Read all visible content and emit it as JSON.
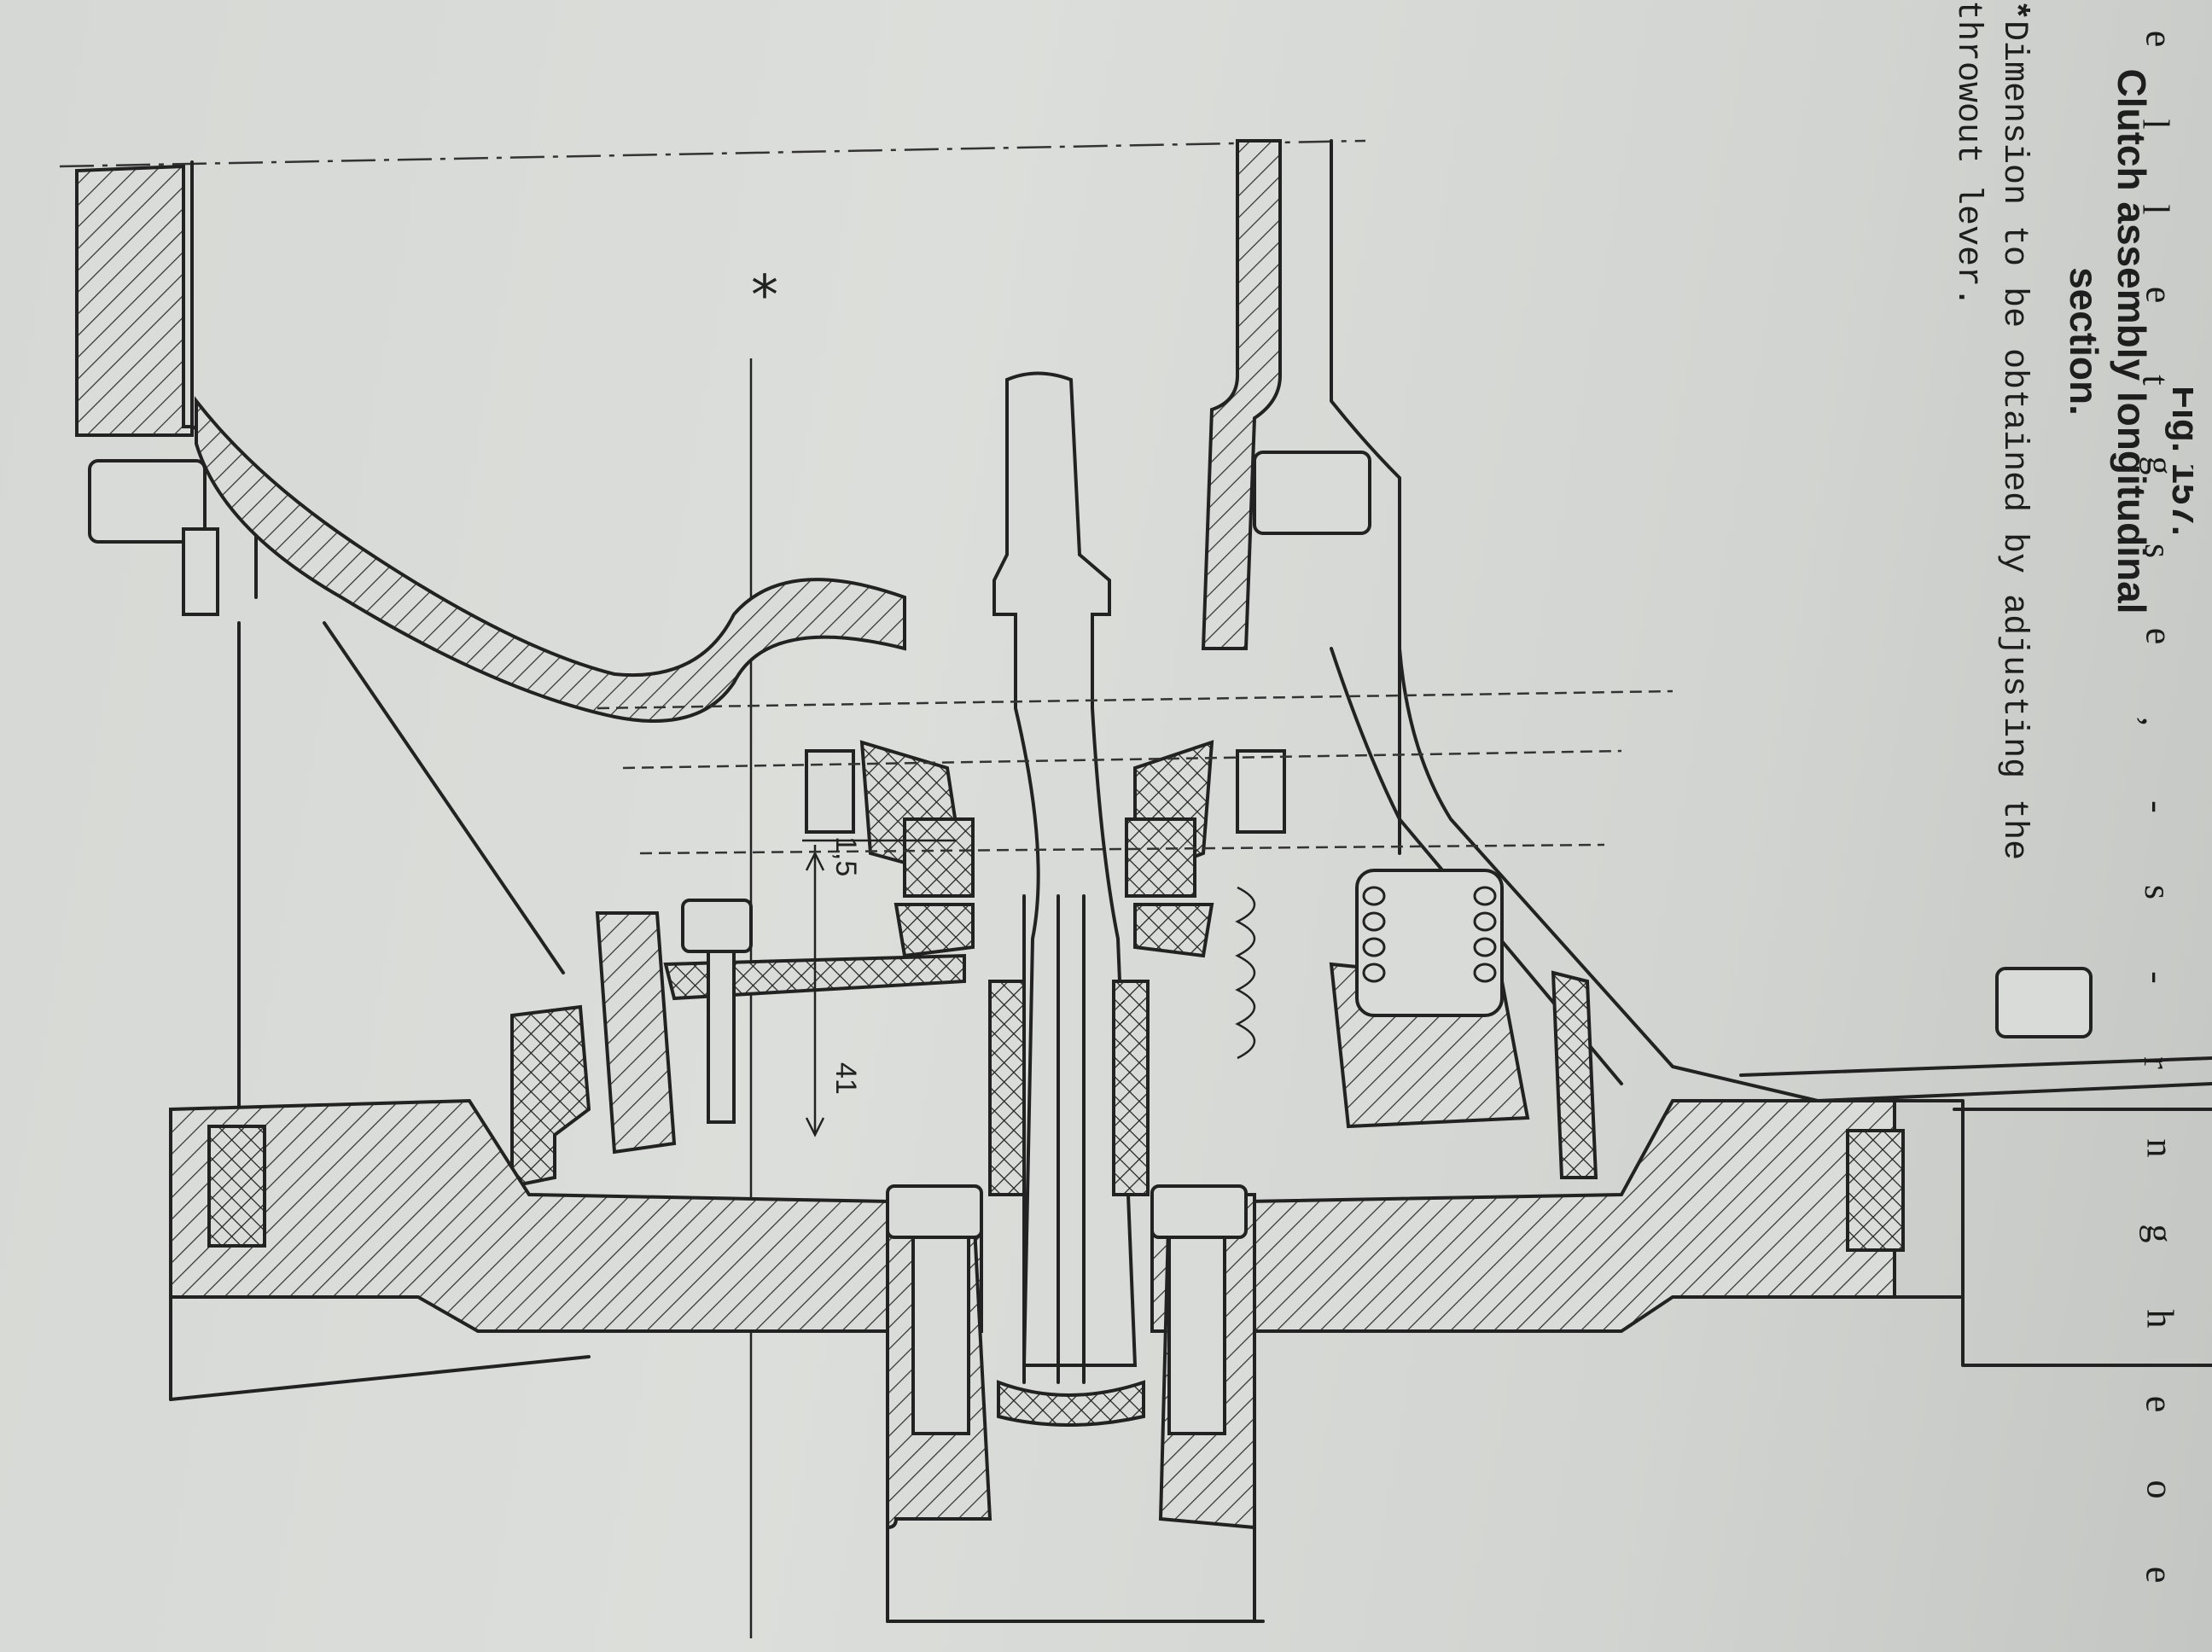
{
  "figure": {
    "label": "Fig. 157.",
    "title": "Clutch assembly longitudinal section.",
    "note_star": "*",
    "note": "Dimension to be obtained by adjusting the throwout lever."
  },
  "drawing": {
    "star_mark": "*",
    "dimension_1": "1,5",
    "dimension_2": "41"
  },
  "margin_letters": [
    "e",
    "l",
    "l",
    "e",
    "t",
    "g",
    "s",
    "e",
    ",",
    "-",
    "s",
    "-",
    "r",
    "n",
    "g",
    "h",
    "e",
    "o",
    "e"
  ]
}
